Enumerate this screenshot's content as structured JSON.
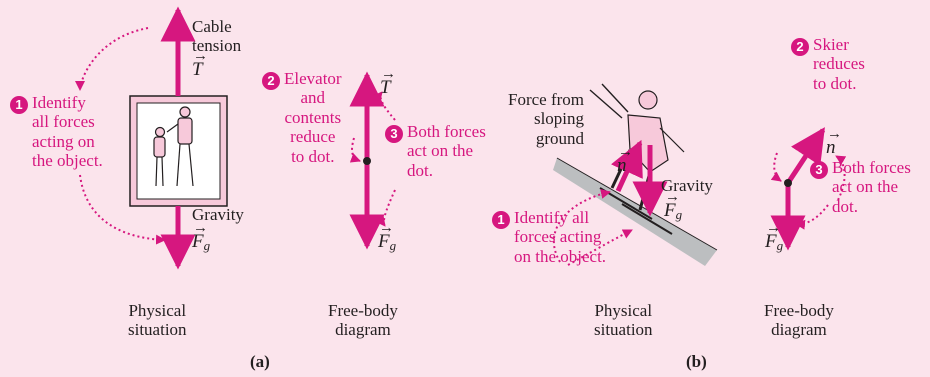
{
  "colors": {
    "background": "#fbe4ec",
    "force_arrow": "#d6177f",
    "annotation_text": "#d6177f",
    "body_text": "#231f20"
  },
  "steps": {
    "one": "1",
    "two": "2",
    "three": "3"
  },
  "symbols": {
    "tension": "T",
    "force": "F",
    "g_subscript": "g",
    "normal": "n",
    "vector_arrow": "→"
  },
  "captions": {
    "physical": "Physical\nsituation",
    "fbd": "Free-body\ndiagram"
  },
  "panel_a": {
    "cable_tension": "Cable\ntension",
    "identify": "Identify\nall forces\nacting on\nthe object.",
    "gravity": "Gravity",
    "reduce": "Elevator\nand\ncontents\nreduce\nto dot.",
    "both_forces": "Both forces\nact on the\ndot.",
    "sublabel": "(a)"
  },
  "panel_b": {
    "ground_force": "Force from\nsloping\nground",
    "gravity": "Gravity",
    "identify": "Identify all\nforces acting\non the object.",
    "reduce": "Skier\nreduces\nto dot.",
    "both_forces": "Both forces\nact on the\ndot.",
    "sublabel": "(b)"
  }
}
